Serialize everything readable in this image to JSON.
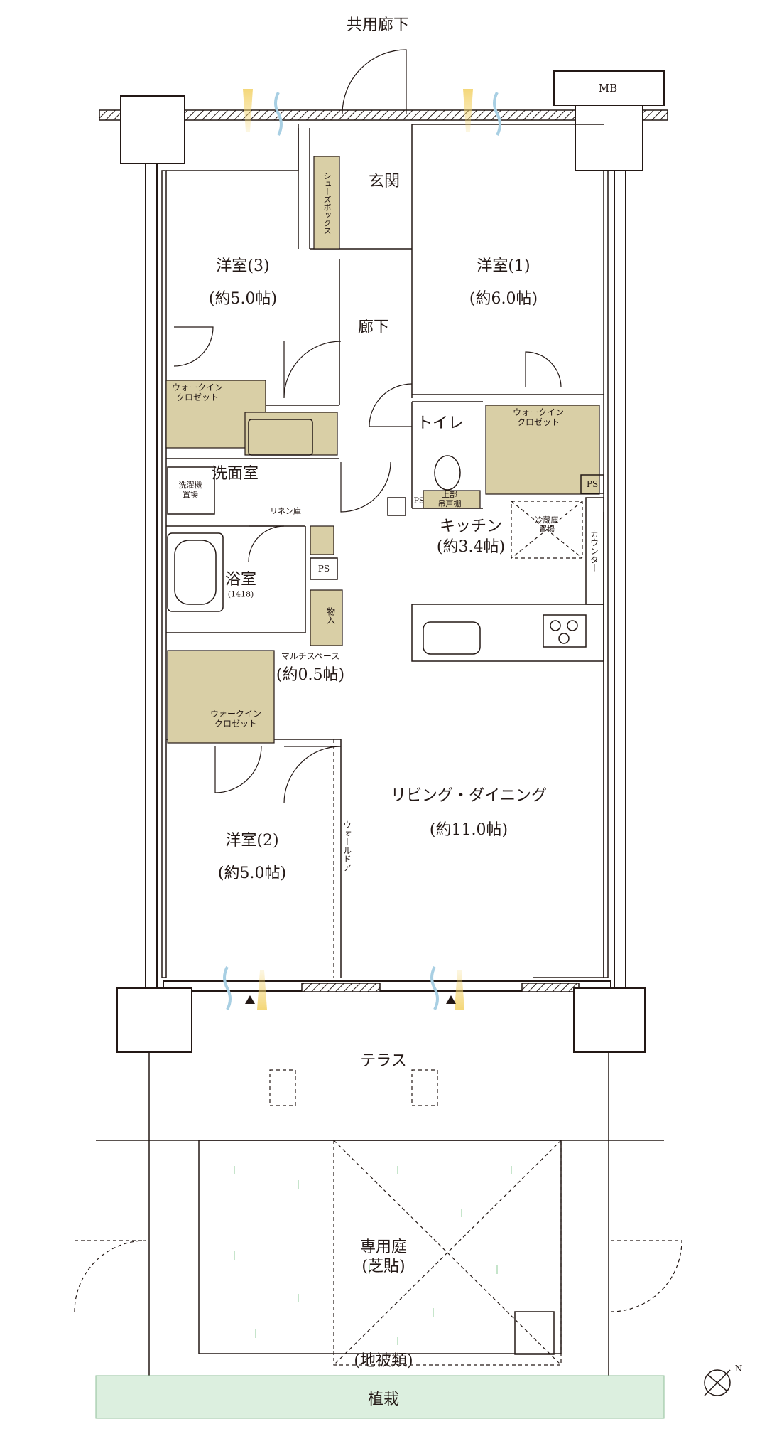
{
  "labels": {
    "common_corridor": "共用廊下",
    "mb": "MB",
    "genkan": "玄関",
    "shoes_box": "シューズボックス",
    "room3_name": "洋室(3)",
    "room3_size": "(約5.0帖)",
    "room1_name": "洋室(1)",
    "room1_size": "(約6.0帖)",
    "hallway": "廊下",
    "wic": "ウォークイン\nクロゼット",
    "toilet": "トイレ",
    "washroom": "洗面室",
    "washer": "洗濯機\n置場",
    "linen": "リネン庫",
    "upper_cabinet": "上部\n吊戸棚",
    "ps": "PS",
    "kitchen_name": "キッチン",
    "kitchen_size": "(約3.4帖)",
    "fridge": "冷蔵庫\n置場",
    "counter": "カウンター",
    "bath_name": "浴室",
    "bath_size": "(1418)",
    "storage": "物入",
    "multi_name": "マルチスペース",
    "multi_size": "(約0.5帖)",
    "ld_name": "リビング・ダイニング",
    "ld_size": "(約11.0帖)",
    "room2_name": "洋室(2)",
    "room2_size": "(約5.0帖)",
    "wall_door": "ウォールドア",
    "terrace": "テラス",
    "garden_name": "専用庭",
    "garden_sub": "(芝貼)",
    "ground_cover": "(地被類)",
    "planting": "植栽",
    "north": "N"
  },
  "colors": {
    "closet": "#d9cfa6",
    "planting": "#dcefdf",
    "grass": "#9fd3a8",
    "airflow_yellow": "#f3d36b",
    "airflow_blue": "#a8cfe3"
  }
}
